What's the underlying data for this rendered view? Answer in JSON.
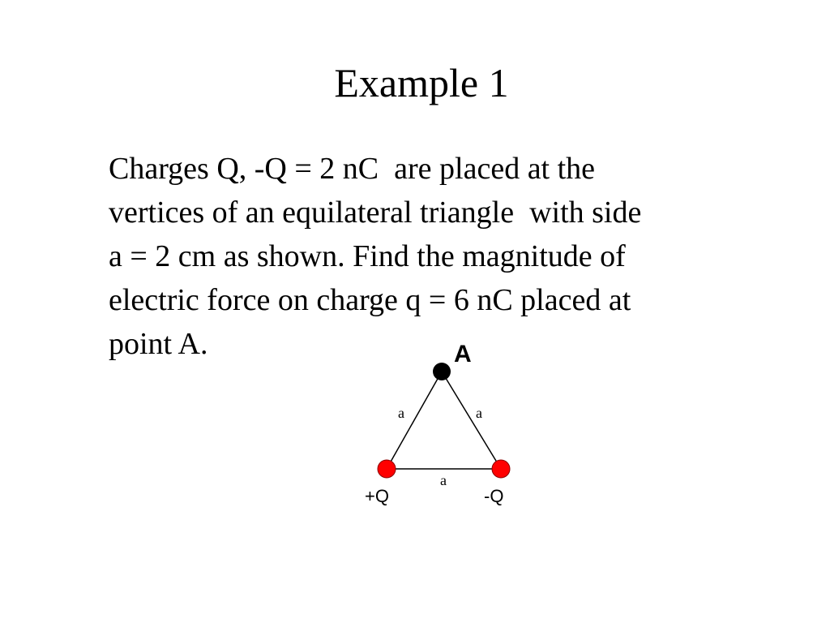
{
  "slide": {
    "title": "Example 1",
    "body_lines": [
      "Charges Q, -Q = 2 nC  are placed at the",
      "vertices of an equilateral triangle  with side",
      "a = 2 cm as shown. Find the magnitude of",
      "electric force on charge q = 6 nC placed at",
      "point A."
    ]
  },
  "diagram": {
    "point_label": "A",
    "side_left_label": "a",
    "side_right_label": "a",
    "side_bottom_label": "a",
    "charge_left_label": "+Q",
    "charge_right_label": "-Q",
    "colors": {
      "charge_point": "#000000",
      "charge_positive": "#ff0000",
      "charge_negative": "#ff0000",
      "lines": "#000000"
    }
  }
}
